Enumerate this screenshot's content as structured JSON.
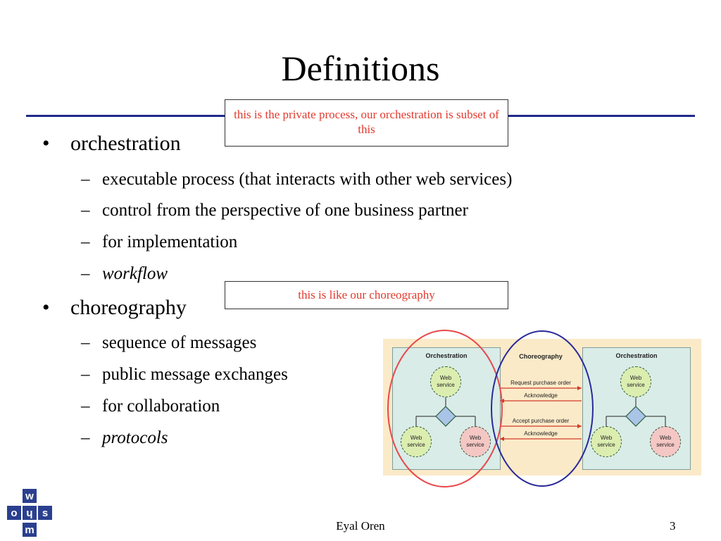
{
  "slide": {
    "title": "Definitions",
    "callout_private": "this is the private process, our orchestration is subset of this",
    "callout_choreo": "this is like our choreography",
    "bullet_marker": "•",
    "dash_marker": "–",
    "bullets": [
      {
        "label": "orchestration",
        "subs": [
          "executable process (that interacts with other web services)",
          "control from the perspective of one business partner",
          "for implementation",
          "workflow"
        ]
      },
      {
        "label": "choreography",
        "subs": [
          "sequence of messages",
          "public message exchanges",
          "for collaboration",
          "protocols"
        ]
      }
    ],
    "footer_name": "Eyal Oren",
    "page_number": "3"
  },
  "diagram": {
    "left_panel_title": "Orchestration",
    "middle_title": "Choreography",
    "right_panel_title": "Orchestration",
    "node_label_line1": "Web",
    "node_label_line2": "service",
    "messages": [
      "Request purchase order",
      "Acknowledge",
      "Accept purchase order",
      "Acknowledge"
    ],
    "colors": {
      "background": "#fbeac8",
      "panel": "#d9ece8",
      "node_green": "#dcedb0",
      "node_pink": "#f4c7c4",
      "diamond": "#a9c4e6",
      "red_ellipse": "#e8474a",
      "blue_ellipse": "#2a2a9a",
      "arrow_red": "#d23a2a"
    }
  },
  "logo": {
    "letters": [
      "w",
      "s",
      "m",
      "o",
      "ɥ"
    ],
    "color": "#2a3f8f"
  }
}
